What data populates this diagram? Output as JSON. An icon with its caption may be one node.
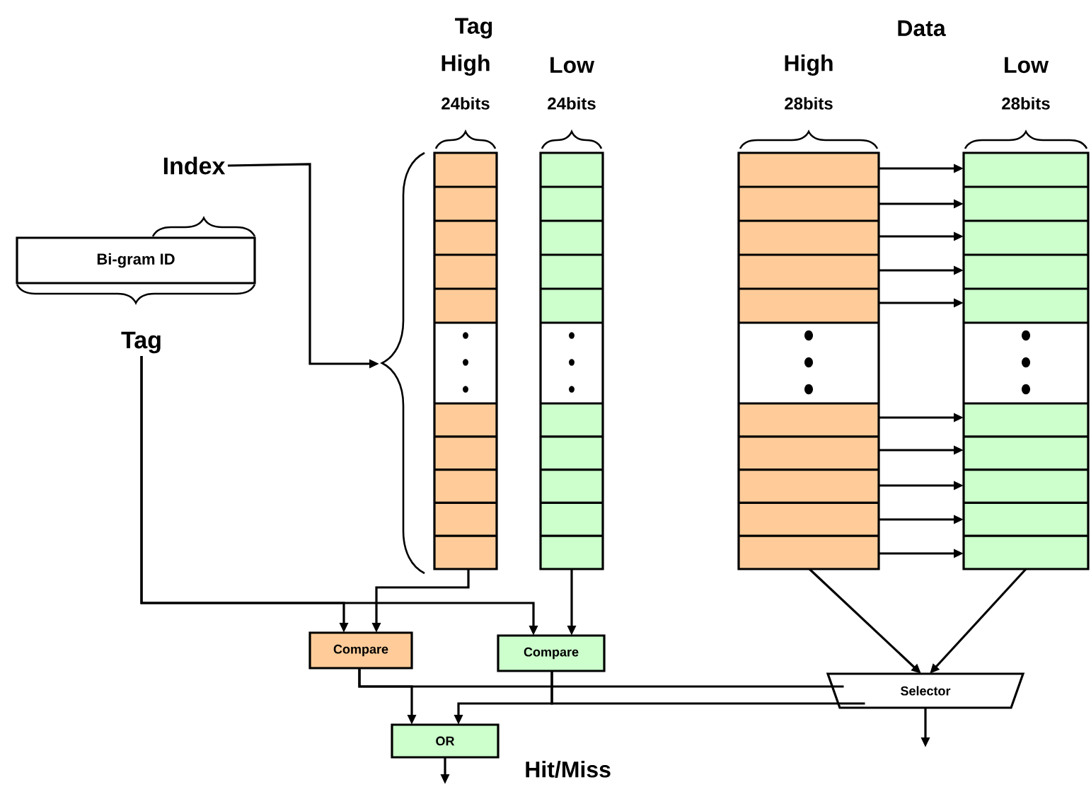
{
  "diagram": {
    "nodes": [
      {
        "text": [
          "Bi-gram ID"
        ]
      },
      {
        "text": [
          "Index"
        ]
      },
      {
        "text": [
          "Tag"
        ]
      },
      {
        "text": [
          "High",
          "24bits"
        ]
      },
      {
        "text": [
          "Low",
          "24bits"
        ]
      },
      {
        "text": [
          "High",
          "28bits"
        ]
      },
      {
        "text": [
          "Low",
          "28bits"
        ]
      },
      {
        "text": [
          "Compare"
        ]
      },
      {
        "text": [
          "Compare"
        ]
      },
      {
        "text": [
          "OR"
        ],
        "beside": [
          "Hit/Miss"
        ]
      },
      {
        "text": [
          "Selector"
        ]
      }
    ],
    "edges": [
      {
        "from": 1,
        "to": 3,
        "arrow": "to"
      },
      {
        "from": 2,
        "to": 7,
        "arrow": "to"
      },
      {
        "from": 2,
        "to": 8,
        "arrow": "to"
      },
      {
        "from": 3,
        "to": 7,
        "arrow": "to"
      },
      {
        "from": 4,
        "to": 8,
        "arrow": "to"
      },
      {
        "from": 7,
        "to": 9,
        "arrow": "to"
      },
      {
        "from": 8,
        "to": 9,
        "arrow": "to"
      },
      {
        "from": 7,
        "to": 10,
        "arrow": "none"
      },
      {
        "from": 8,
        "to": 10,
        "arrow": "none"
      },
      {
        "from": 5,
        "to": 10,
        "arrow": "to"
      },
      {
        "from": 6,
        "to": 10,
        "arrow": "to"
      },
      {
        "from": 9,
        "to": null,
        "arrow": "to"
      },
      {
        "from": 10,
        "to": null,
        "arrow": "to"
      },
      {
        "from": 5,
        "to": 6,
        "arrow": "to"
      },
      {
        "from": 5,
        "to": 6,
        "arrow": "to"
      },
      {
        "from": 5,
        "to": 6,
        "arrow": "to"
      },
      {
        "from": 5,
        "to": 6,
        "arrow": "to"
      },
      {
        "from": 5,
        "to": 6,
        "arrow": "to"
      },
      {
        "from": 5,
        "to": 6,
        "arrow": "to"
      },
      {
        "from": 5,
        "to": 6,
        "arrow": "to"
      },
      {
        "from": 5,
        "to": 6,
        "arrow": "to"
      },
      {
        "from": 5,
        "to": 6,
        "arrow": "to"
      },
      {
        "from": 5,
        "to": 6,
        "arrow": "to"
      }
    ],
    "labels": [
      "Tag",
      "Data"
    ]
  }
}
